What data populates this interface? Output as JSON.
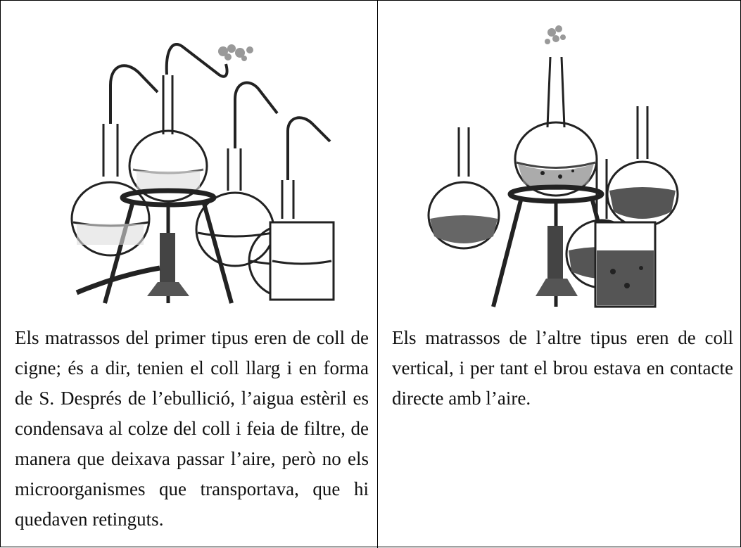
{
  "panels": [
    {
      "caption": "Els matrassos del primer tipus eren de coll de cigne; és a dir, tenien el coll llarg i en forma de S. Després de l’ebullició, l’aigua estèril es condensava al colze del coll i feia de filtre, de manera que deixava passar l’aire, però no els microorganismes que transportava, que hi quedaven retinguts.",
      "figure": "swan-neck-flasks-illustration"
    },
    {
      "caption": "Els matrassos de l’altre tipus eren de coll vertical, i per tant el brou estava en contacte directe amb l’aire.",
      "figure": "straight-neck-flasks-illustration"
    }
  ]
}
